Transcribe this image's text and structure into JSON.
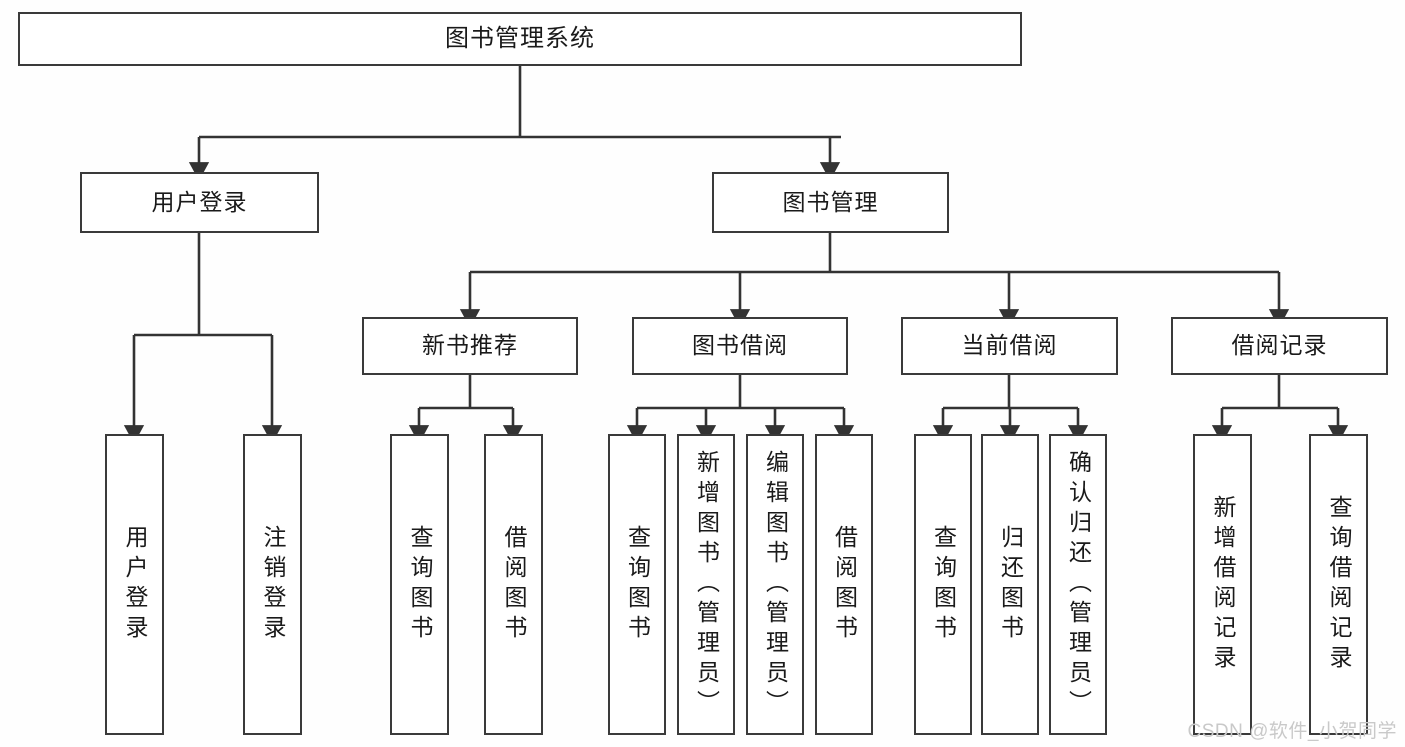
{
  "diagram": {
    "type": "tree",
    "title": "图书管理系统",
    "watermark": "CSDN @软件_小贺同学",
    "colors": {
      "border": "#3a3a3a",
      "fill": "#ffffff",
      "text": "#1a1a1a",
      "background": "#fefefe",
      "watermark": "#c9c9c9"
    },
    "root": {
      "label": "图书管理系统"
    },
    "level2": [
      {
        "id": "user-login",
        "label": "用户登录"
      },
      {
        "id": "book-manage",
        "label": "图书管理"
      }
    ],
    "level3": [
      {
        "id": "new-book-rec",
        "label": "新书推荐",
        "parent": "book-manage"
      },
      {
        "id": "book-borrow",
        "label": "图书借阅",
        "parent": "book-manage"
      },
      {
        "id": "current-borrow",
        "label": "当前借阅",
        "parent": "book-manage"
      },
      {
        "id": "borrow-record",
        "label": "借阅记录",
        "parent": "book-manage"
      }
    ],
    "leaves": [
      {
        "id": "leaf-1",
        "label": "用户登录",
        "parent": "user-login"
      },
      {
        "id": "leaf-2",
        "label": "注销登录",
        "parent": "user-login"
      },
      {
        "id": "leaf-3",
        "label": "查询图书",
        "parent": "new-book-rec"
      },
      {
        "id": "leaf-4",
        "label": "借阅图书",
        "parent": "new-book-rec"
      },
      {
        "id": "leaf-5",
        "label": "查询图书",
        "parent": "book-borrow"
      },
      {
        "id": "leaf-6",
        "label": "新增图书（管理员）",
        "parent": "book-borrow"
      },
      {
        "id": "leaf-7",
        "label": "编辑图书（管理员）",
        "parent": "book-borrow"
      },
      {
        "id": "leaf-8",
        "label": "借阅图书",
        "parent": "book-borrow"
      },
      {
        "id": "leaf-9",
        "label": "查询图书",
        "parent": "current-borrow"
      },
      {
        "id": "leaf-10",
        "label": "归还图书",
        "parent": "current-borrow"
      },
      {
        "id": "leaf-11",
        "label": "确认归还（管理员）",
        "parent": "current-borrow"
      },
      {
        "id": "leaf-12",
        "label": "新增借阅记录",
        "parent": "borrow-record"
      },
      {
        "id": "leaf-13",
        "label": "查询借阅记录",
        "parent": "borrow-record"
      }
    ]
  }
}
